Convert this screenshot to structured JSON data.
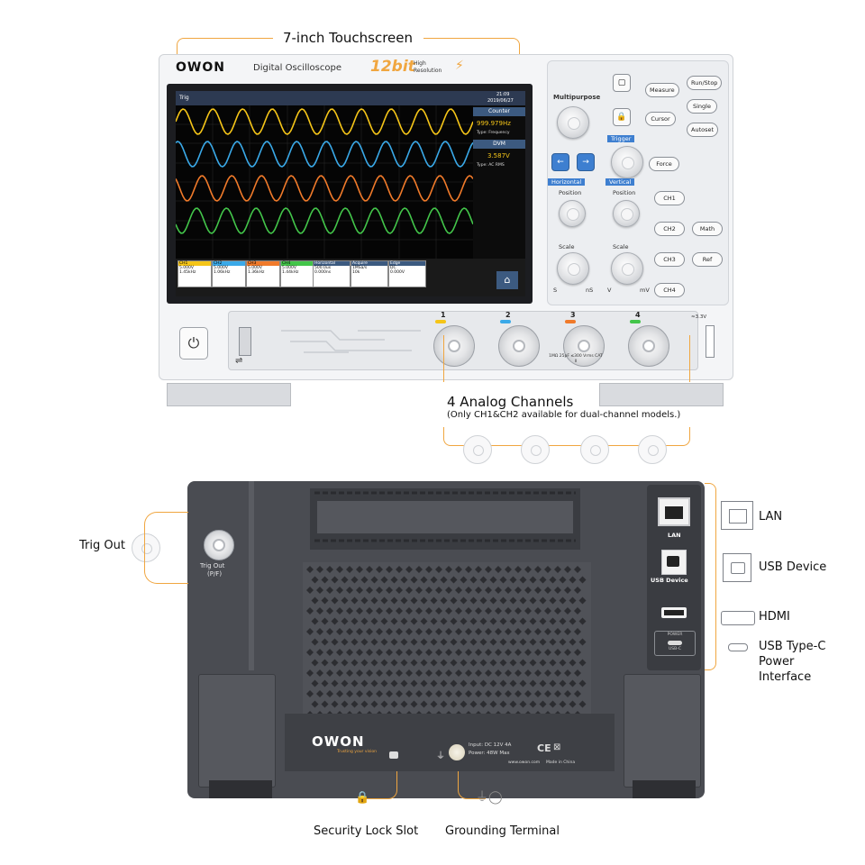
{
  "callouts": {
    "touchscreen": "7-inch Touchscreen",
    "analog_title": "4 Analog Channels",
    "analog_note": "(Only CH1&CH2 available for dual-channel models.)",
    "trig_out": "Trig Out",
    "lan": "LAN",
    "usb_device": "USB Device",
    "hdmi": "HDMI",
    "usbc_line1": "USB Type-C",
    "usbc_line2": "Power",
    "usbc_line3": "Interface",
    "security_lock": "Security Lock Slot",
    "grounding": "Grounding Terminal"
  },
  "front_panel": {
    "brand": "OWON",
    "product": "Digital Oscilloscope",
    "bits": "12bit",
    "bits_sub1": "High",
    "bits_sub2": "Resolution",
    "sections": {
      "multipurpose": "Multipurpose",
      "trigger": "Trigger",
      "horizontal": "Horizontal",
      "vertical": "Vertical",
      "position_h": "Position",
      "position_v": "Position",
      "scale_h": "Scale",
      "scale_v": "Scale",
      "s": "S",
      "ns": "nS",
      "v": "V",
      "mv": "mV"
    },
    "buttons": {
      "measure": "Measure",
      "cursor": "Cursor",
      "run_stop": "Run/Stop",
      "single": "Single",
      "autoset": "Autoset",
      "force": "Force",
      "ch1": "CH1",
      "ch2": "CH2",
      "ch3": "CH3",
      "ch4": "CH4",
      "math": "Math",
      "ref": "Ref"
    },
    "channel_numbers": [
      "1",
      "2",
      "3",
      "4"
    ],
    "channel_colors": [
      "#f5c518",
      "#3aa9e8",
      "#f07a2a",
      "#43c54a"
    ],
    "probe_spec": "1MΩ 25pF ≤300 Vrms CAT II",
    "probe_comp": "≈3.3V"
  },
  "screen": {
    "menu_trig": "Trig",
    "time": "21:09",
    "date": "2019/06/27",
    "counter_label": "Counter",
    "counter_value": "999.979Hz",
    "counter_type": "Type: Frequency",
    "dvm_label": "DVM",
    "dvm_value": "3.587V",
    "dvm_type": "Type: AC RMS",
    "channel_boxes": [
      {
        "name": "CH1",
        "volts": "5.000V",
        "freq": "1.45kHz"
      },
      {
        "name": "CH2",
        "volts": "5.000V",
        "freq": "1.06kHz"
      },
      {
        "name": "CH3",
        "volts": "5.000V",
        "freq": "1.36kHz"
      },
      {
        "name": "CH4",
        "volts": "5.000V",
        "freq": "1.44kHz"
      }
    ],
    "horizontal_label": "Horizontal",
    "horizontal_values": [
      "500.0us",
      "0.000ns"
    ],
    "acquire_label": "Acquire",
    "acquire_values": [
      "1MSa/s",
      "10k"
    ],
    "edge_label": "Edge",
    "edge_values": [
      "DC",
      "0.000V"
    ],
    "wave_colors": [
      "#f5c518",
      "#3aa9e8",
      "#f07a2a",
      "#43c54a"
    ]
  },
  "back_panel": {
    "lan_label": "LAN",
    "usb_device_label": "USB Device",
    "power_label": "POWER",
    "usbc_label": "USB-C",
    "trig_out_label1": "Trig Out",
    "trig_out_label2": "(P/F)",
    "brand": "OWON",
    "brand_tagline": "Trusting your vision",
    "input_line1": "Input: DC 12V 4A",
    "input_line2": "Power: 48W Max",
    "website": "www.owon.com",
    "made_in": "Made in China",
    "ce": "CE"
  }
}
